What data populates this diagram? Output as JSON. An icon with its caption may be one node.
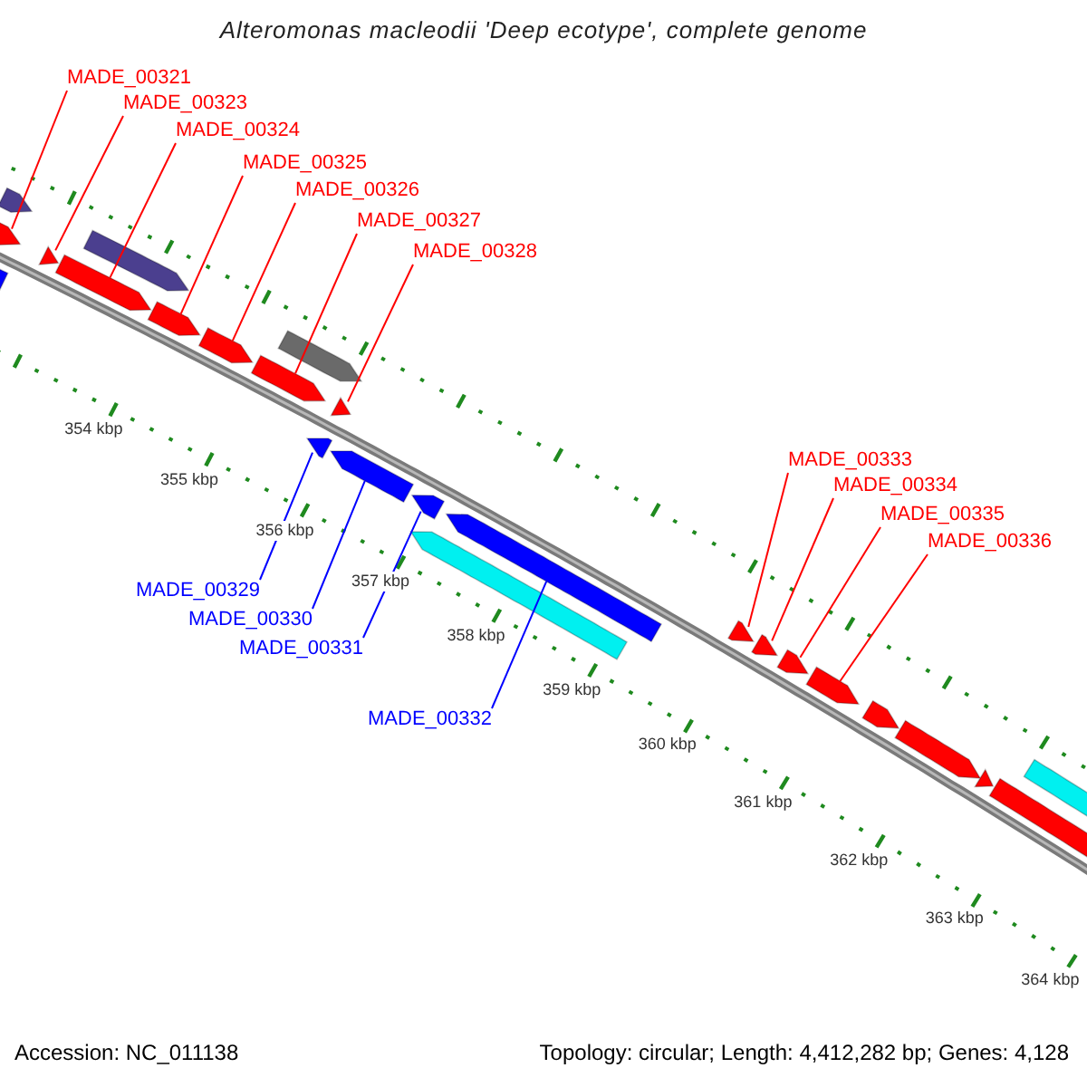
{
  "diagram": {
    "title": "Alteromonas macleodii 'Deep ecotype', complete genome",
    "nodes": [
      {
        "text": [
          "MADE_00321"
        ]
      },
      {
        "text": [],
        "shape": "bar"
      },
      {
        "text": [
          "MADE_00323"
        ]
      },
      {
        "text": [],
        "shape": "bar"
      },
      {
        "text": [
          "MADE_00324"
        ]
      },
      {
        "text": [],
        "shape": "bar"
      },
      {
        "text": [
          "MADE_00325"
        ]
      },
      {
        "text": [],
        "shape": "bar"
      },
      {
        "text": [
          "MADE_00326"
        ]
      },
      {
        "text": [],
        "shape": "bar"
      },
      {
        "text": [
          "MADE_00327"
        ]
      },
      {
        "text": [],
        "shape": "bar"
      },
      {
        "text": [
          "MADE_00328"
        ]
      },
      {
        "text": [],
        "shape": "bar"
      },
      {
        "text": [
          "MADE_00333"
        ]
      },
      {
        "text": [],
        "shape": "bar"
      },
      {
        "text": [
          "MADE_00334"
        ]
      },
      {
        "text": [],
        "shape": "bar"
      },
      {
        "text": [
          "MADE_00335"
        ]
      },
      {
        "text": [],
        "shape": "bar"
      },
      {
        "text": [
          "MADE_00336"
        ]
      },
      {
        "text": [],
        "shape": "bar"
      },
      {
        "text": [
          "MADE_00329"
        ]
      },
      {
        "text": [],
        "shape": "bar"
      },
      {
        "text": [
          "MADE_00330"
        ]
      },
      {
        "text": [],
        "shape": "bar"
      },
      {
        "text": [
          "MADE_00331"
        ]
      },
      {
        "text": [],
        "shape": "bar"
      },
      {
        "text": [
          "MADE_00332"
        ]
      },
      {
        "text": [],
        "shape": "bar"
      },
      {
        "text": [],
        "shape": "bar"
      },
      {
        "text": [],
        "shape": "bar"
      },
      {
        "text": [],
        "shape": "bar"
      },
      {
        "text": [],
        "shape": "bar"
      },
      {
        "text": [],
        "shape": "bar"
      },
      {
        "text": [],
        "shape": "bar"
      },
      {
        "text": [],
        "shape": "bar"
      },
      {
        "text": [],
        "shape": "bar"
      },
      {
        "text": [],
        "shape": "bar"
      },
      {
        "text": [],
        "shape": "bar"
      }
    ],
    "edges": [
      {
        "from": 0,
        "to": 1,
        "arrow": "none"
      },
      {
        "from": 2,
        "to": 3,
        "arrow": "none"
      },
      {
        "from": 4,
        "to": 5,
        "arrow": "none"
      },
      {
        "from": 6,
        "to": 7,
        "arrow": "none"
      },
      {
        "from": 8,
        "to": 9,
        "arrow": "none"
      },
      {
        "from": 10,
        "to": 11,
        "arrow": "none"
      },
      {
        "from": 12,
        "to": 13,
        "arrow": "none"
      },
      {
        "from": 14,
        "to": 15,
        "arrow": "none"
      },
      {
        "from": 16,
        "to": 17,
        "arrow": "none"
      },
      {
        "from": 18,
        "to": 19,
        "arrow": "none"
      },
      {
        "from": 20,
        "to": 21,
        "arrow": "none"
      },
      {
        "from": 22,
        "to": 23,
        "arrow": "none",
        "color": "#0000ff"
      },
      {
        "from": 24,
        "to": 25,
        "arrow": "none",
        "color": "#0000ff"
      },
      {
        "from": 26,
        "to": 27,
        "arrow": "none",
        "color": "#0000ff"
      },
      {
        "from": 28,
        "to": 29,
        "arrow": "none",
        "color": "#0000ff"
      }
    ],
    "labels": [
      "354 kbp",
      "355 kbp",
      "356 kbp",
      "357 kbp",
      "358 kbp",
      "359 kbp",
      "360 kbp",
      "361 kbp",
      "362 kbp",
      "363 kbp",
      "364 kbp",
      "Accession: NC_011138",
      "Topology: circular; Length: 4,412,282 bp; Genes: 4,128"
    ]
  }
}
